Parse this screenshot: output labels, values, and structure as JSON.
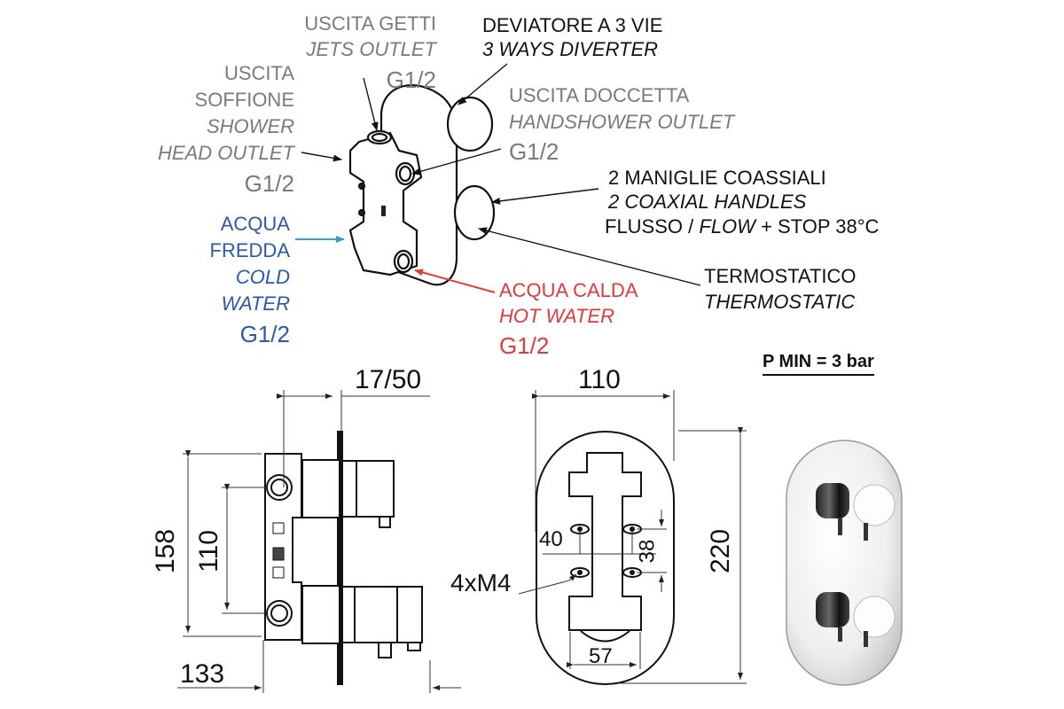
{
  "title": "Thermostatic concealed shower mixer - technical drawing",
  "labels": {
    "jets_outlet": {
      "it": "USCITA GETTI",
      "en": "JETS OUTLET",
      "size": "G1/2"
    },
    "diverter": {
      "it": "DEVIATORE A 3 VIE",
      "en": "3 WAYS DIVERTER"
    },
    "shower_head": {
      "it1": "USCITA",
      "it2": "SOFFIONE",
      "en1": "SHOWER",
      "en2": "HEAD OUTLET",
      "size": "G1/2"
    },
    "handshower": {
      "it": "USCITA DOCCETTA",
      "en": "HANDSHOWER OUTLET",
      "size": "G1/2"
    },
    "handles": {
      "it": "2 MANIGLIE COASSIALI",
      "en": "2 COAXIAL HANDLES",
      "flow_it": "FLUSSO /",
      "flow_en": "FLOW",
      "stop": "+ STOP 38°C"
    },
    "cold_water": {
      "it1": "ACQUA",
      "it2": "FREDDA",
      "en1": "COLD",
      "en2": "WATER",
      "size": "G1/2"
    },
    "thermostatic": {
      "it": "TERMOSTATICO",
      "en": "THERMOSTATIC"
    },
    "hot_water": {
      "it": "ACQUA CALDA",
      "en": "HOT WATER",
      "size": "G1/2"
    }
  },
  "pressure": "P MIN = 3 bar",
  "dimensions": {
    "side_top": "17/50",
    "side_height_outer": "158",
    "side_height_inner": "110",
    "side_depth": "133",
    "front_width": "110",
    "front_height": "220",
    "hole_h": "40",
    "hole_v": "38",
    "screws": "4xM4",
    "body_width": "57"
  },
  "colors": {
    "gray_text": "#7a7a7a",
    "blue": "#2a5aa8",
    "red": "#e03a3a",
    "arrow_blue": "#3a9ad8"
  }
}
